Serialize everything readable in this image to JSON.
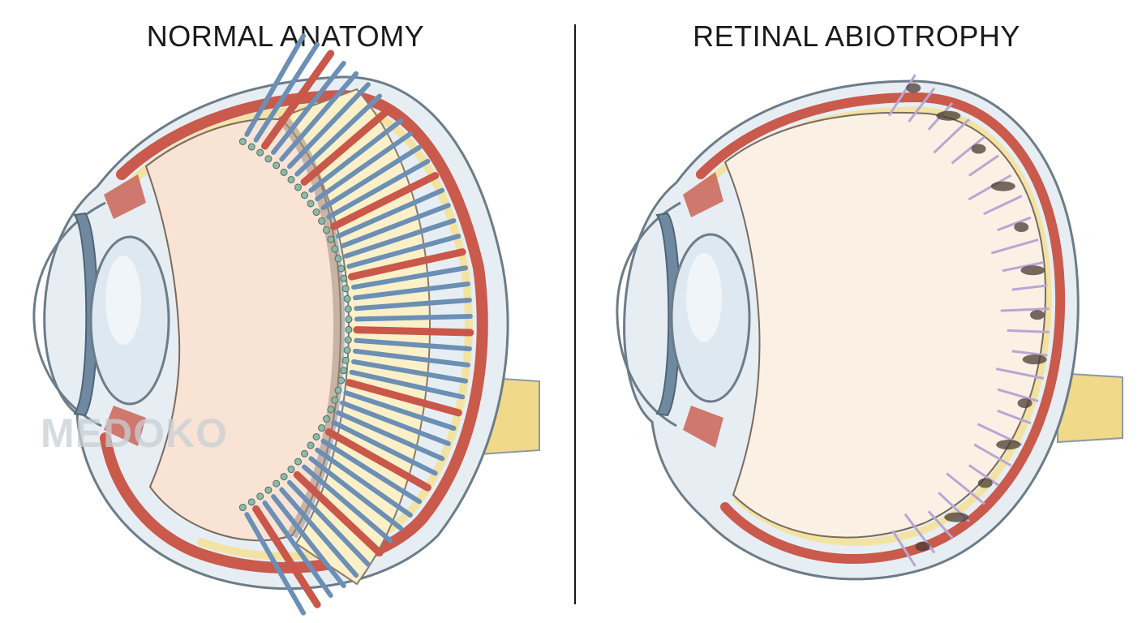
{
  "panels": {
    "left": {
      "title": "NORMAL ANATOMY"
    },
    "right": {
      "title": "RETINAL ABIOTROPHY"
    }
  },
  "watermark": {
    "text": "MEDOKO"
  },
  "colors": {
    "sclera": "#dfe8ef",
    "choroid": "#c95a4c",
    "retina_yellow": "#f3e3a3",
    "vitreous": "#f9e3d4",
    "lens": "#d9e6ee",
    "iris": "#6f8aa0",
    "rods": "#6b8fb5",
    "cones": "#c9574a",
    "degenerate_cells": "#b9a6d4",
    "pigment_clumps": "#4a3b33",
    "optic_nerve": "#f1d98a"
  }
}
